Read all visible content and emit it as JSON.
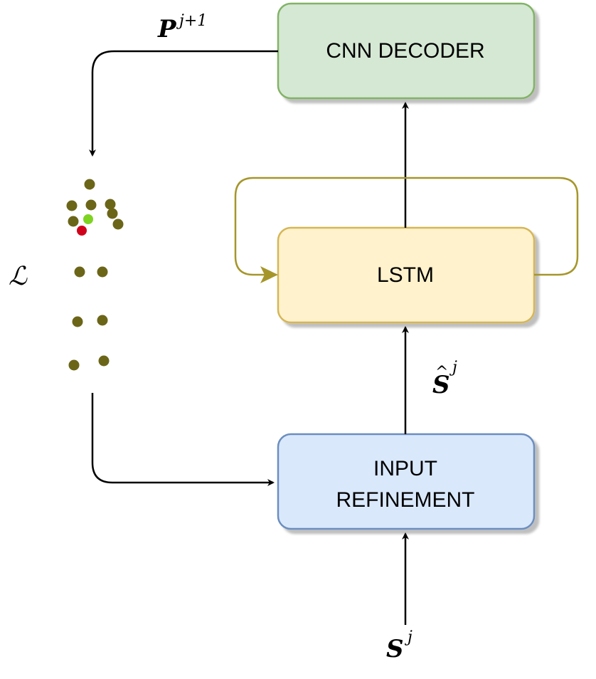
{
  "boxes": {
    "cnn_decoder": {
      "label": "CNN DECODER",
      "fill": "#d5e8d4",
      "stroke": "#82b366"
    },
    "lstm": {
      "label": "LSTM",
      "fill": "#fff2cc",
      "stroke": "#d6b656"
    },
    "input_refinement": {
      "line1": "INPUT",
      "line2": "REFINEMENT",
      "fill": "#dae8fc",
      "stroke": "#6c8ebf"
    }
  },
  "labels": {
    "p_main": "P",
    "p_sup": "j+1",
    "s_hat_main": "S",
    "s_hat_accent": "^",
    "s_hat_sup": "j",
    "s_main": "S",
    "s_sup": "j",
    "l_symbol": "ℒ"
  },
  "colors": {
    "arrow": "#000000",
    "loop": "#a6962a",
    "joint": "#6b6518",
    "joint_highlight_green": "#7ed321",
    "joint_highlight_red": "#d0021b"
  },
  "icons": {
    "skeleton": "skeleton-keypoints"
  }
}
